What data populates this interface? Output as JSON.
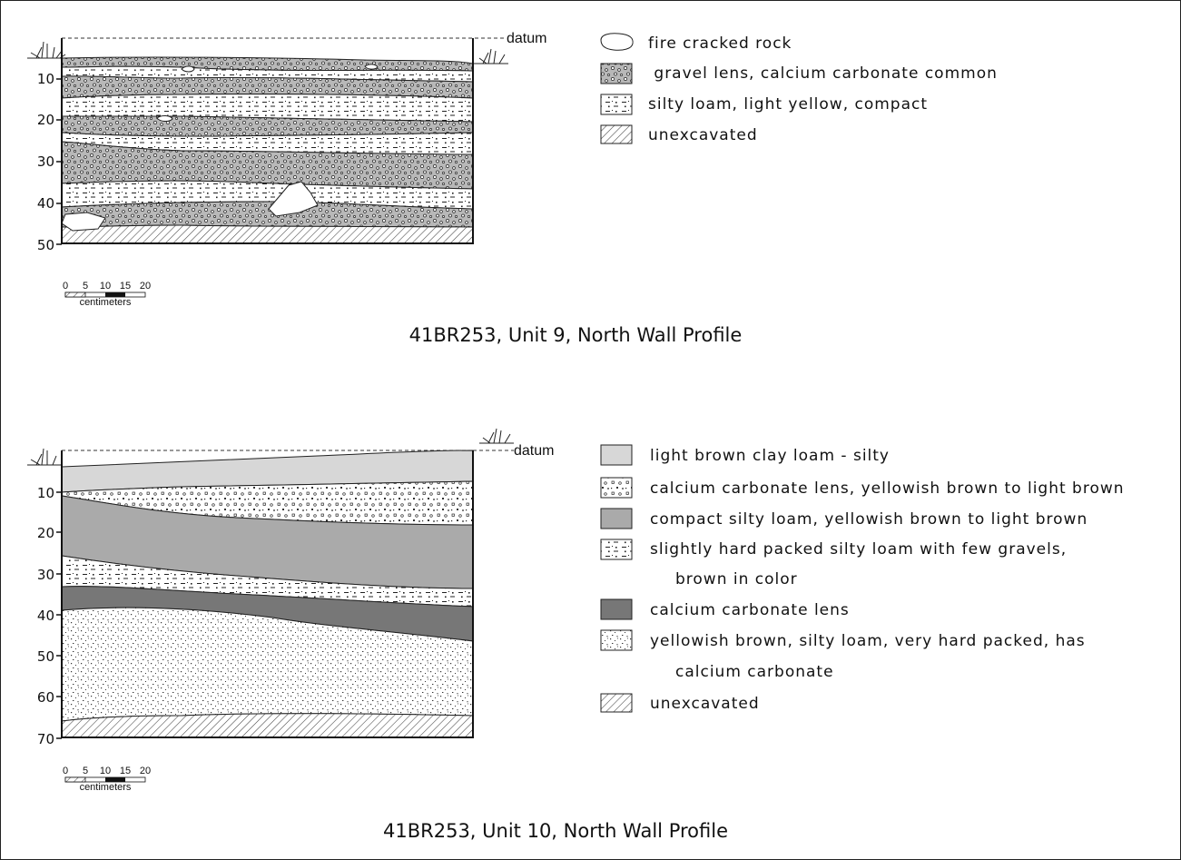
{
  "profiles": [
    {
      "title": "41BR253, Unit 9, North Wall Profile",
      "datum_label": "datum",
      "depth_ticks": [
        "10",
        "20",
        "30",
        "40",
        "50"
      ],
      "scale": {
        "ticks": [
          "0",
          "5",
          "10",
          "15",
          "20"
        ],
        "unit": "centimeters"
      },
      "legend": [
        {
          "pattern": "rock-icon",
          "lines": [
            "fire cracked rock"
          ]
        },
        {
          "pattern": "gravel-icon",
          "lines": [
            " gravel lens, calcium carbonate common"
          ]
        },
        {
          "pattern": "silty-loam-icon",
          "lines": [
            "silty loam, light yellow, compact"
          ]
        },
        {
          "pattern": "hatch-icon",
          "lines": [
            "unexcavated"
          ]
        }
      ]
    },
    {
      "title": "41BR253, Unit 10, North Wall Profile",
      "datum_label": "datum",
      "depth_ticks": [
        "10",
        "20",
        "30",
        "40",
        "50",
        "60",
        "70"
      ],
      "scale": {
        "ticks": [
          "0",
          "5",
          "10",
          "15",
          "20"
        ],
        "unit": "centimeters"
      },
      "legend": [
        {
          "pattern": "light-fill-icon",
          "lines": [
            "light brown clay loam - silty"
          ]
        },
        {
          "pattern": "speckle-icon",
          "lines": [
            "calcium carbonate lens, yellowish brown to light brown"
          ]
        },
        {
          "pattern": "medium-fill-icon",
          "lines": [
            "compact silty loam, yellowish brown to light brown"
          ]
        },
        {
          "pattern": "silty-loam-icon",
          "lines": [
            "slightly hard packed silty loam with few gravels,",
            "brown in color"
          ]
        },
        {
          "pattern": "dark-fill-icon",
          "lines": [
            "calcium carbonate lens"
          ]
        },
        {
          "pattern": "dots-icon",
          "lines": [
            "yellowish brown, silty loam, very hard packed, has",
            "calcium carbonate"
          ]
        },
        {
          "pattern": "hatch-icon",
          "lines": [
            "unexcavated"
          ]
        }
      ]
    }
  ]
}
